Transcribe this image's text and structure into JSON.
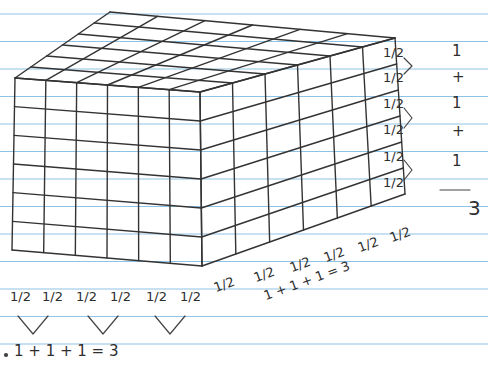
{
  "diagram": {
    "labels": [
      "1/2",
      "1/2",
      "1/2",
      "1/2",
      "1/2",
      "1/2",
      "1",
      "+",
      "1",
      "+",
      "1",
      "3",
      "1/2",
      "1/2",
      "1/2",
      "1/2",
      "1/2",
      "1/2",
      "1 + 1 + 1 = 3",
      "1/2",
      "1/2",
      "1/2",
      "1/2",
      "1/2",
      "1/2",
      "1 + 1 + 1 = 3"
    ]
  }
}
